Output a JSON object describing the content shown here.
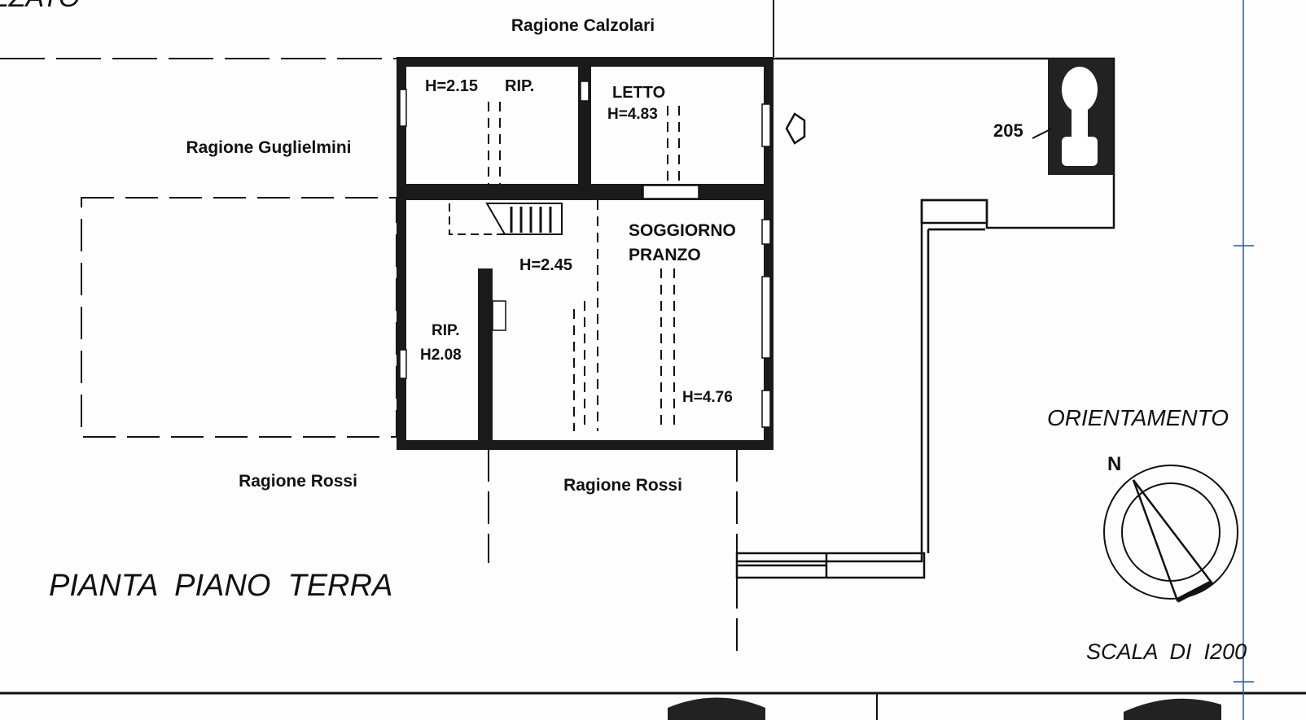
{
  "header_fragment": "ZZATO",
  "neighbors": {
    "top": "Ragione Calzolari",
    "left": "Ragione Guglielmini",
    "bottom_left": "Ragione Rossi",
    "bottom_center": "Ragione Rossi"
  },
  "rooms": {
    "storage_top": {
      "height": "H=2.15",
      "name": "RIP."
    },
    "bedroom": {
      "name": "LETTO",
      "height": "H=4.83"
    },
    "living": {
      "name_line1": "SOGGIORNO",
      "name_line2": "PRANZO",
      "height": "H=4.76"
    },
    "hall": {
      "height": "H=2.45"
    },
    "storage_bottom": {
      "name": "RIP.",
      "height": "H2.08"
    }
  },
  "marker": "205",
  "title": "PIANTA  PIANO  TERRA",
  "orientation": {
    "label": "ORIENTAMENTO",
    "north": "N"
  },
  "scale": "SCALA  DI  I200"
}
